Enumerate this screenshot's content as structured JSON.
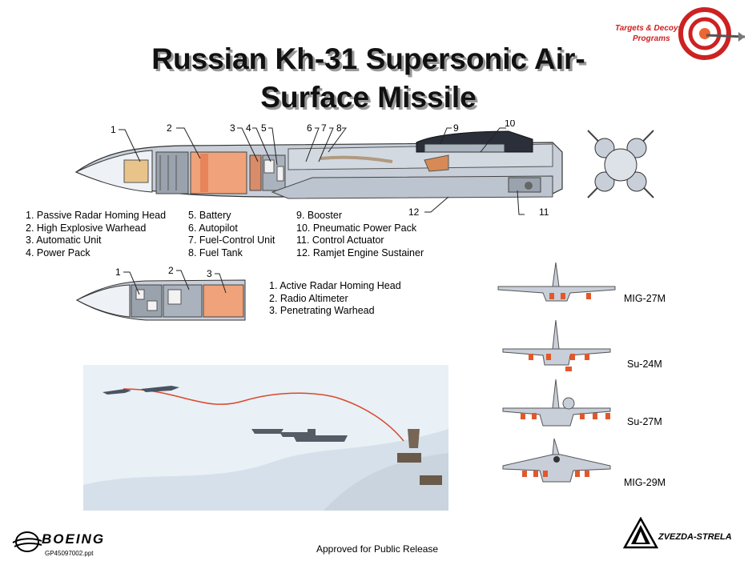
{
  "title_line1": "Russian Kh-31 Supersonic Air-",
  "title_line2": "Surface Missile",
  "brand_top": {
    "line1": "Targets & Decoys",
    "line2": "Programs"
  },
  "main_missile": {
    "callouts": [
      "1",
      "2",
      "3",
      "4",
      "5",
      "6",
      "7",
      "8",
      "9",
      "10",
      "11",
      "12"
    ],
    "legend_col1": [
      "1.  Passive Radar Homing Head",
      "2.  High Explosive Warhead",
      "3.  Automatic Unit",
      "4.  Power Pack"
    ],
    "legend_col2": [
      "5.  Battery",
      "6.  Autopilot",
      "7.  Fuel-Control Unit",
      "8.  Fuel Tank"
    ],
    "legend_col3": [
      "9.    Booster",
      "10.  Pneumatic Power Pack",
      "11.  Control Actuator",
      "12.  Ramjet Engine Sustainer"
    ]
  },
  "nose_section": {
    "callouts": [
      "1",
      "2",
      "3"
    ],
    "legend": [
      "1.  Active Radar Homing Head",
      "2.  Radio Altimeter",
      "3.  Penetrating Warhead"
    ]
  },
  "aircraft": [
    "MIG-27M",
    "Su-24M",
    "Su-27M",
    "MIG-29M"
  ],
  "footer": {
    "boeing": "BOEING",
    "doc_id": "GP45097002.ppt",
    "release": "Approved for Public Release",
    "zvezda": "ZVEZDA-STRELA"
  },
  "colors": {
    "missile_body": "#c8cfd9",
    "warhead": "#f0a27a",
    "booster_dark": "#2a2f3a",
    "scene_sky": "#e9f0f6",
    "trajectory": "#d9492b"
  }
}
